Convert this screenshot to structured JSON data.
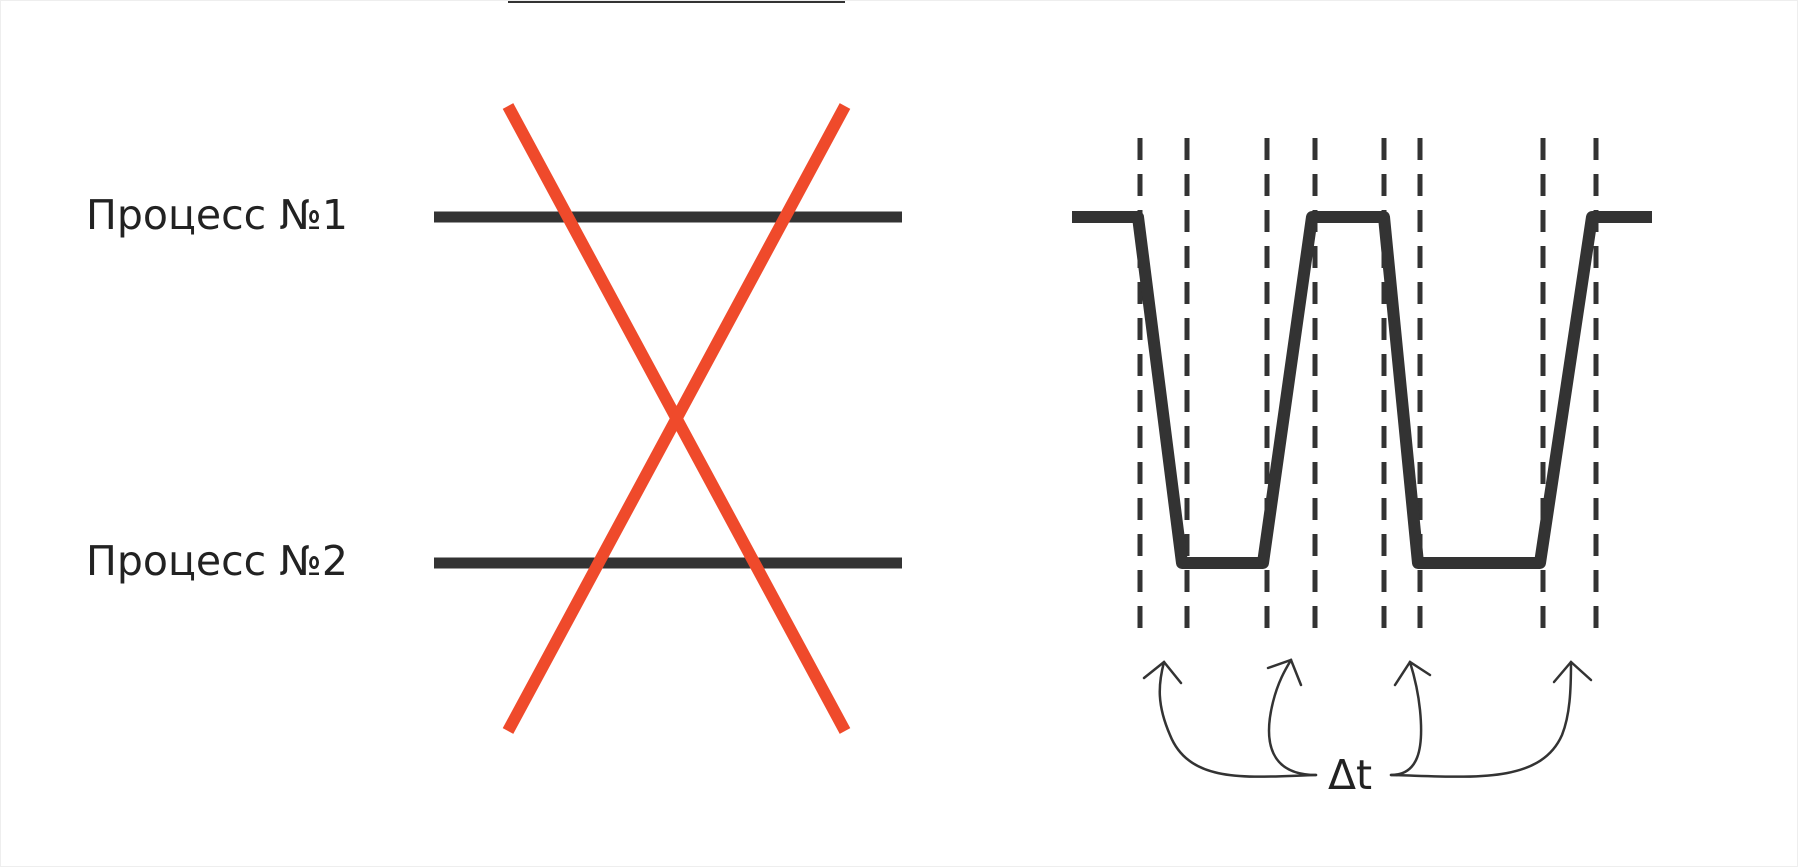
{
  "process_labels": {
    "first": "Процесс №1",
    "second": "Процесс №2"
  },
  "delta_label": "Δt",
  "colors": {
    "stroke": "#333333",
    "cross": "#ef4a2b",
    "background": "#ffffff"
  }
}
